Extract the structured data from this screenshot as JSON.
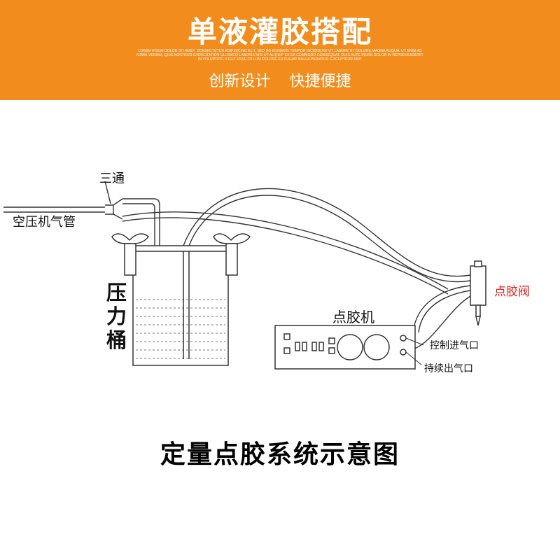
{
  "banner": {
    "title": "单液灌胶搭配",
    "lorem": "LOREM IPSUM DOLOR SIT AMET, CONSECTETUR ADIPISICING ELIT, SED DO EIUSMOD TEMPOR INCIDIDUNT UT LABORE ET DOLORE MAGNA ALIQUA. UT ENIM AD MINIM VENIAM, QUIS NOSTRUD EXERCITATION ULLAMCO LABORIS NISI UT ALIQUIP EX EA COMMODO CONSEQUAT. DUIS AUTE IRURE DOLOR IN REPREHENDERIT IN VOLUPTATE V ELIT ESSE CILLUM DOLORE EU FUGIAT NULLA PARIATUR. EXCEPTEUR SINT",
    "subtitle": "创新设计 快捷便捷",
    "color": "#f28c1c"
  },
  "diagram": {
    "labels": {
      "tee": "三通",
      "air_hose": "空压机气管",
      "pressure_tank": "压力桶",
      "dispenser": "点胶机",
      "valve": "点胶阀",
      "control_inlet": "控制进气口",
      "continuous_outlet": "持续出气口"
    },
    "valve_label_color": "#e0201c"
  },
  "caption": "定量点胶系统示意图"
}
